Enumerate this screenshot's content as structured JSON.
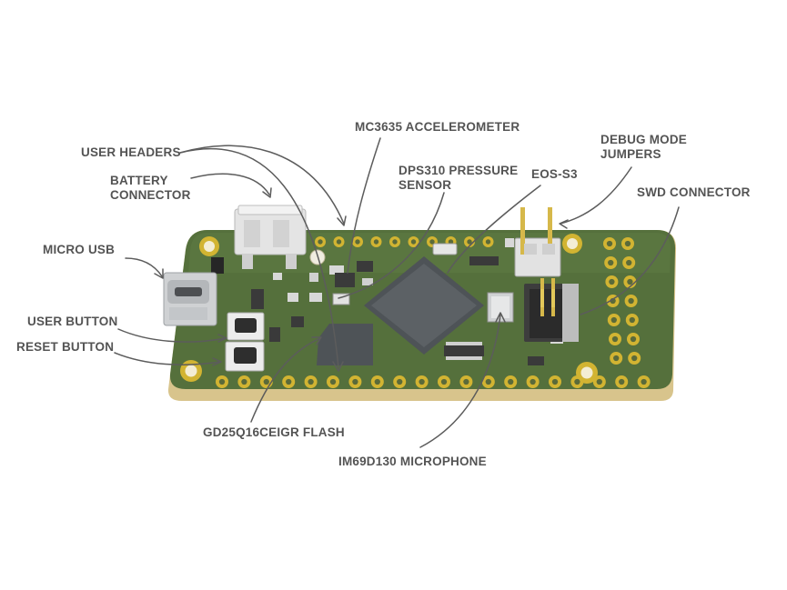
{
  "labels": {
    "user_headers": "USER HEADERS",
    "battery_connector_1": "BATTERY",
    "battery_connector_2": "CONNECTOR",
    "micro_usb": "MICRO USB",
    "user_button": "USER BUTTON",
    "reset_button": "RESET BUTTON",
    "mc3635": "MC3635 ACCELEROMETER",
    "dps310_1": "DPS310 PRESSURE",
    "dps310_2": "SENSOR",
    "eos_s3": "EOS-S3",
    "debug_1": "DEBUG MODE",
    "debug_2": "JUMPERS",
    "swd": "SWD CONNECTOR",
    "flash": "GD25Q16CEIGR FLASH",
    "microphone": "IM69D130 MICROPHONE"
  },
  "colors": {
    "pcb_top": "#55703c",
    "pcb_edge": "#d8c48c",
    "gold_pad": "#d2b432",
    "chip": "#555a5e",
    "label_text": "#545454",
    "leader_line": "#5c5c5c"
  }
}
